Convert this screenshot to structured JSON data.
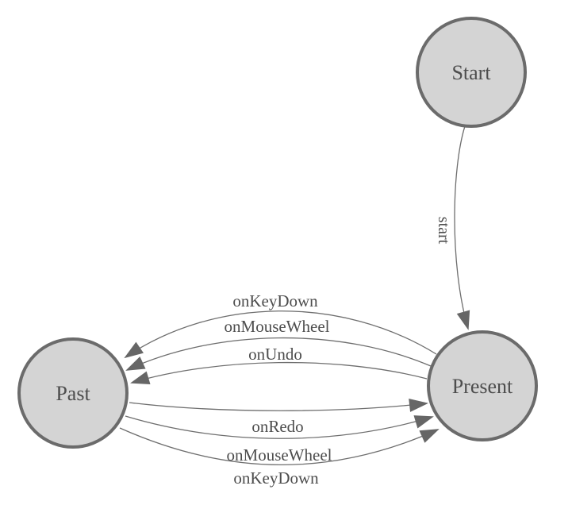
{
  "diagram": {
    "nodes": {
      "start": {
        "label": "Start"
      },
      "past": {
        "label": "Past"
      },
      "present": {
        "label": "Present"
      }
    },
    "edges": {
      "start_to_present": {
        "label": "start",
        "from": "Start",
        "to": "Present"
      },
      "present_to_past": [
        {
          "label": "onKeyDown",
          "from": "Present",
          "to": "Past"
        },
        {
          "label": "onMouseWheel",
          "from": "Present",
          "to": "Past"
        },
        {
          "label": "onUndo",
          "from": "Present",
          "to": "Past"
        }
      ],
      "past_to_present": [
        {
          "label": "onRedo",
          "from": "Past",
          "to": "Present"
        },
        {
          "label": "onMouseWheel",
          "from": "Past",
          "to": "Present"
        },
        {
          "label": "onKeyDown",
          "from": "Past",
          "to": "Present"
        }
      ]
    },
    "colors": {
      "background": "#ffffff",
      "node_fill": "#d4d4d4",
      "node_border": "#6b6b6b",
      "edge_stroke": "#6e6e6e",
      "arrow_fill": "#666666",
      "text": "#4d4d4d"
    }
  }
}
